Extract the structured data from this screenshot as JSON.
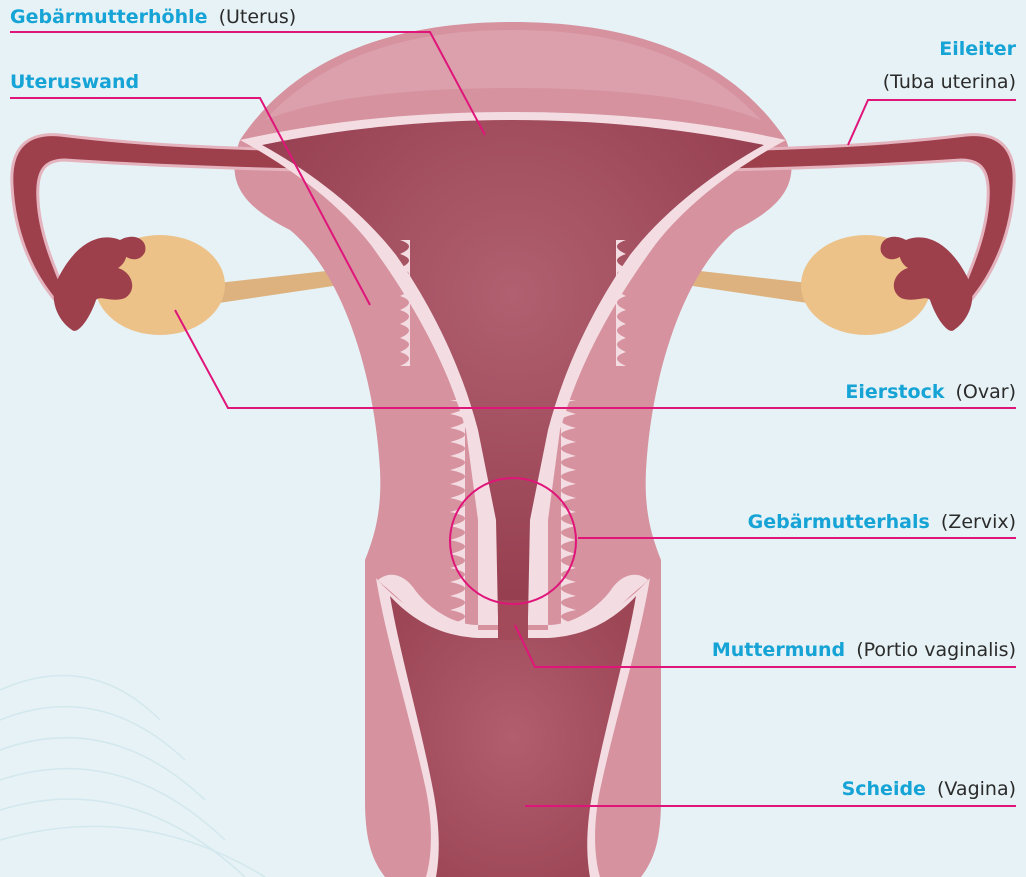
{
  "labels": {
    "uterus": {
      "term": "Gebärmutterhöhle",
      "latin": "(Uterus)"
    },
    "wall": {
      "term": "Uteruswand",
      "latin": ""
    },
    "tube": {
      "term": "Eileiter",
      "latin": "(Tuba uterina)"
    },
    "ovary": {
      "term": "Eierstock",
      "latin": "(Ovar)"
    },
    "cervix": {
      "term": "Gebärmutterhals",
      "latin": "(Zervix)"
    },
    "os": {
      "term": "Muttermund",
      "latin": "(Portio vaginalis)"
    },
    "vagina": {
      "term": "Scheide",
      "latin": "(Vagina)"
    }
  },
  "colors": {
    "background": "#e6f2f5",
    "tissue": "#d6929f",
    "lining": "#f3dde2",
    "cavity": "#a24a5a",
    "tube": "#9e3f4c",
    "ovary": "#ecc289",
    "leader": "#e0157a",
    "term": "#16a3d6",
    "latin": "#2b2b2b"
  }
}
